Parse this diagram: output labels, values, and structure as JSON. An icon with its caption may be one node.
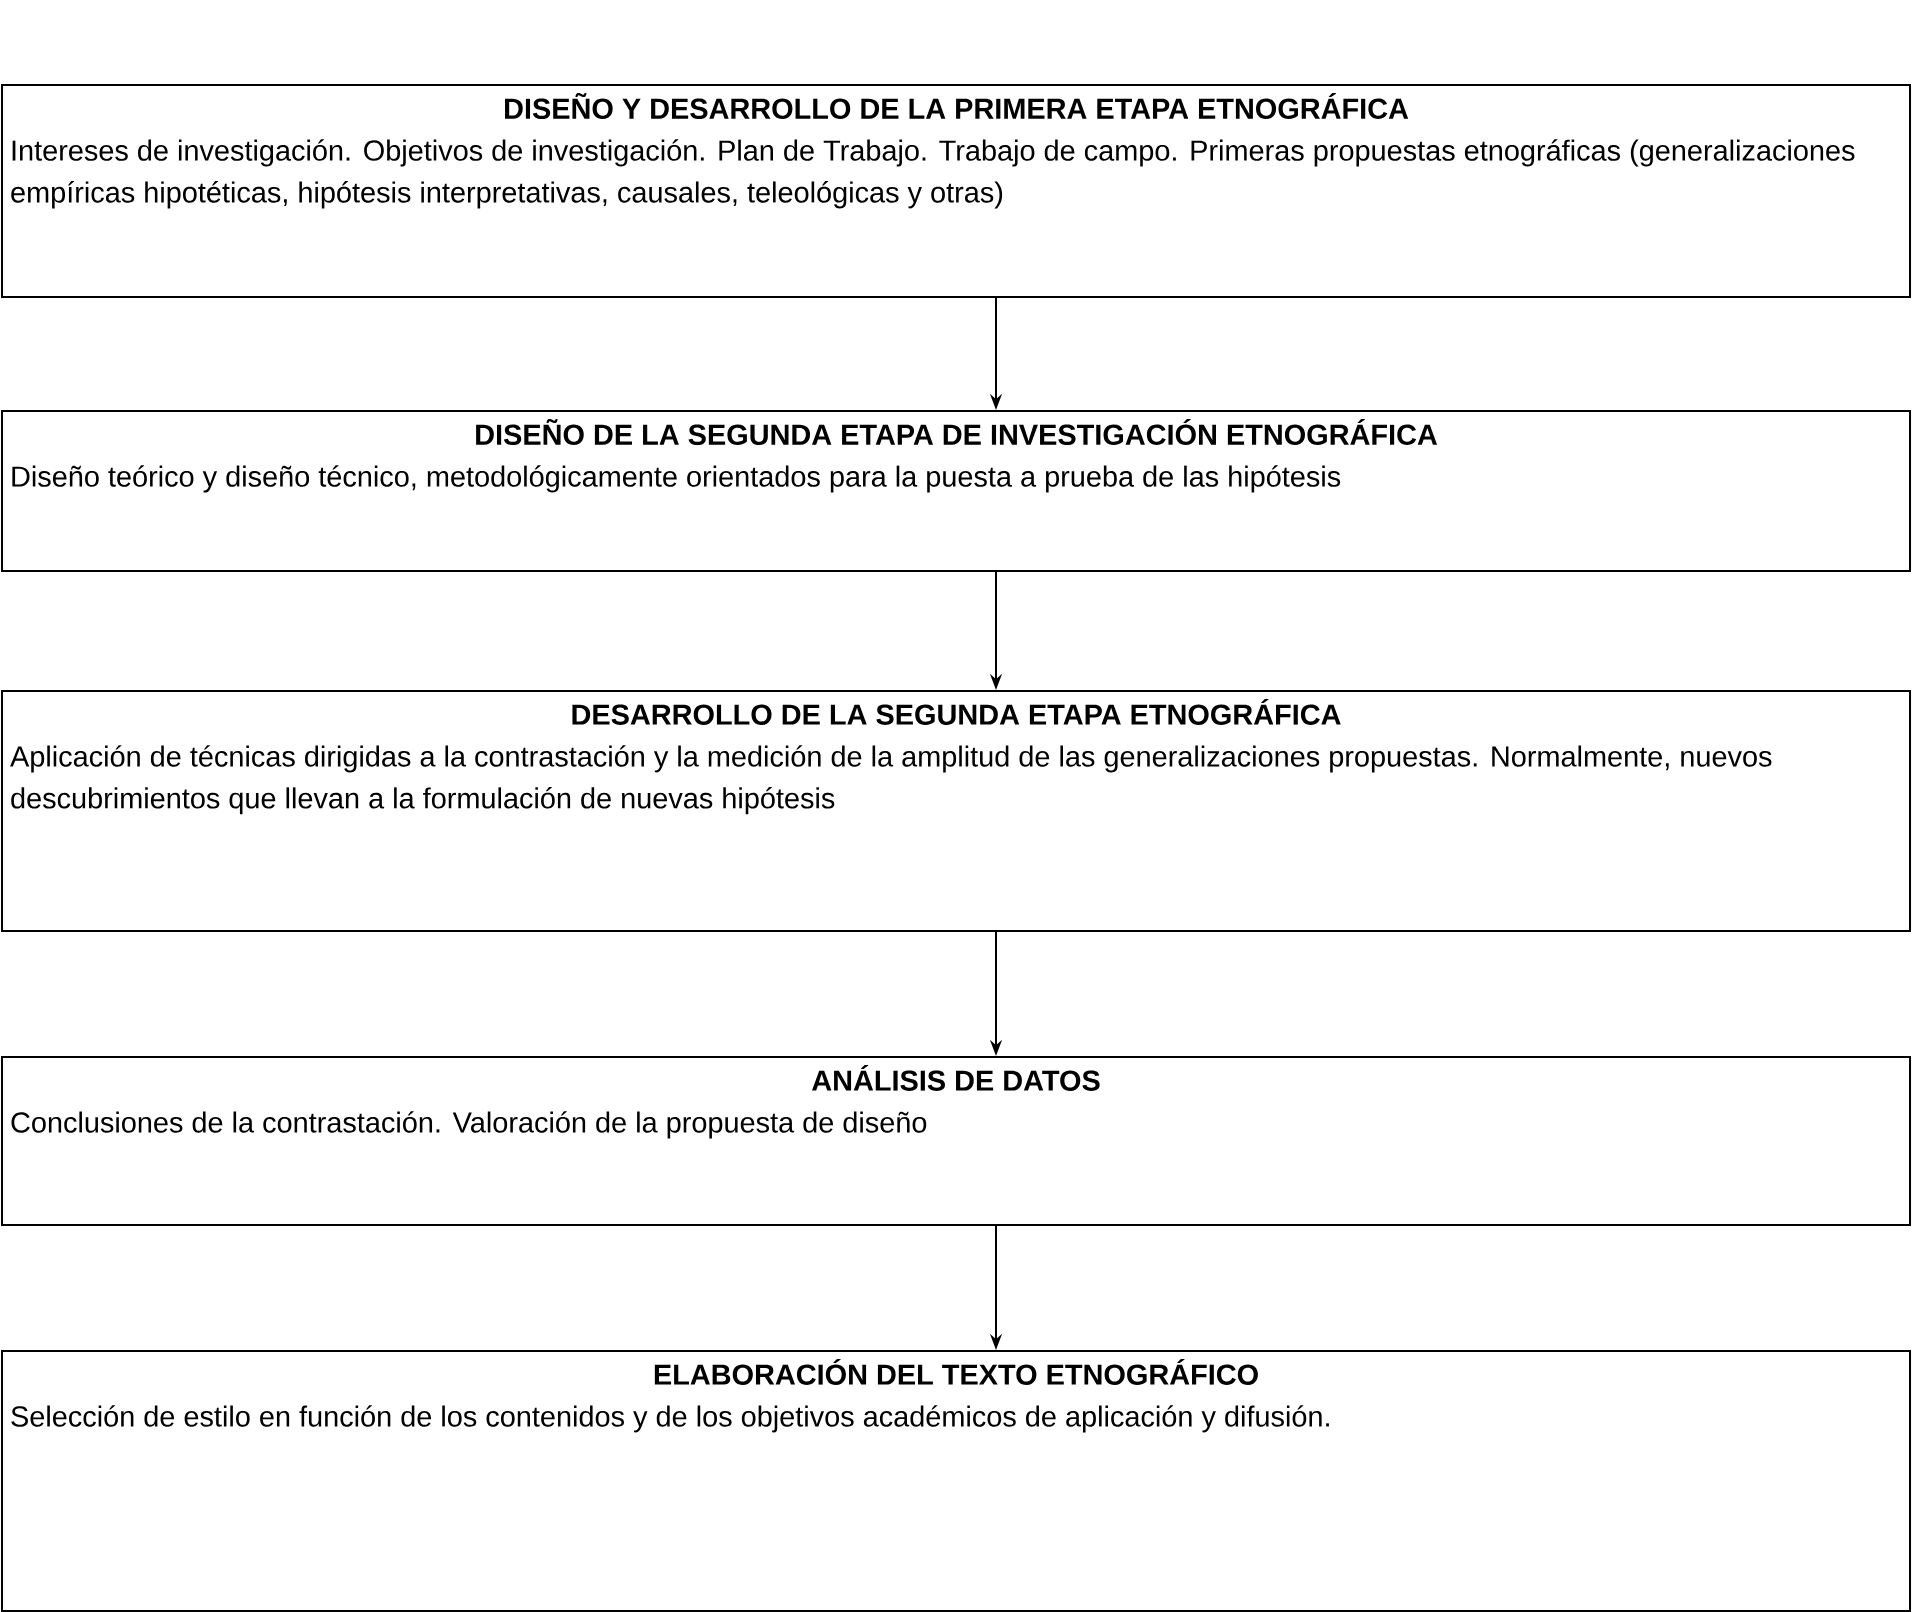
{
  "diagram": {
    "nodes": [
      {
        "text": [
          "DISEÑO Y DESARROLLO DE LA PRIMERA ETAPA ETNOGRÁFICA",
          "Intereses de investigación. Objetivos de investigación. Plan de Trabajo. Trabajo de campo. Primeras propuestas etnográficas (generalizaciones empíricas hipotéticas, hipótesis interpretativas, causales, teleológicas y otras)"
        ]
      },
      {
        "text": [
          "DISEÑO DE LA SEGUNDA ETAPA DE INVESTIGACIÓN ETNOGRÁFICA",
          "Diseño teórico y diseño técnico, metodológicamente orientados para la puesta a prueba de las hipótesis"
        ]
      },
      {
        "text": [
          "DESARROLLO DE LA SEGUNDA ETAPA ETNOGRÁFICA",
          "Aplicación de técnicas dirigidas a la contrastación y la medición de la amplitud de las generalizaciones propuestas. Normalmente, nuevos descubrimientos que llevan a la formulación de nuevas hipótesis"
        ]
      },
      {
        "text": [
          "ANÁLISIS DE DATOS",
          "Conclusiones de la contrastación. Valoración de la propuesta de diseño"
        ]
      },
      {
        "text": [
          "ELABORACIÓN DEL TEXTO ETNOGRÁFICO",
          "Selección de estilo en función de los contenidos y de los objetivos académicos de aplicación y difusión."
        ]
      }
    ],
    "edges": [
      {
        "from": 0,
        "to": 1,
        "arrow": "to"
      },
      {
        "from": 1,
        "to": 2,
        "arrow": "to"
      },
      {
        "from": 2,
        "to": 3,
        "arrow": "to"
      },
      {
        "from": 3,
        "to": 4,
        "arrow": "to"
      }
    ]
  }
}
